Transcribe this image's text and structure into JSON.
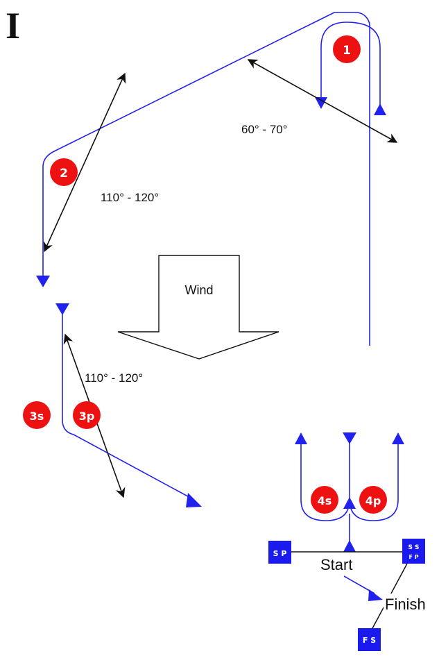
{
  "course_letter": "I",
  "wind_label": "Wind",
  "angles": {
    "leg_1": "60° - 70°",
    "leg_2": "110° - 120°",
    "leg_3": "110° - 120°"
  },
  "marks": {
    "mark_1": "1",
    "mark_2": "2",
    "mark_3s": "3s",
    "mark_3p": "3p",
    "mark_4s": "4s",
    "mark_4p": "4p"
  },
  "start_finish": {
    "start_label": "Start",
    "finish_label": "Finish",
    "start_pin": "S P",
    "start_boat_top": "S S",
    "start_boat_bottom": "F P",
    "finish_boat": "F S"
  },
  "colors": {
    "course_line": "#2222ee",
    "mark_fill": "#ee1111",
    "boat_fill": "#1a1aee",
    "angle_arrow": "#111111"
  }
}
